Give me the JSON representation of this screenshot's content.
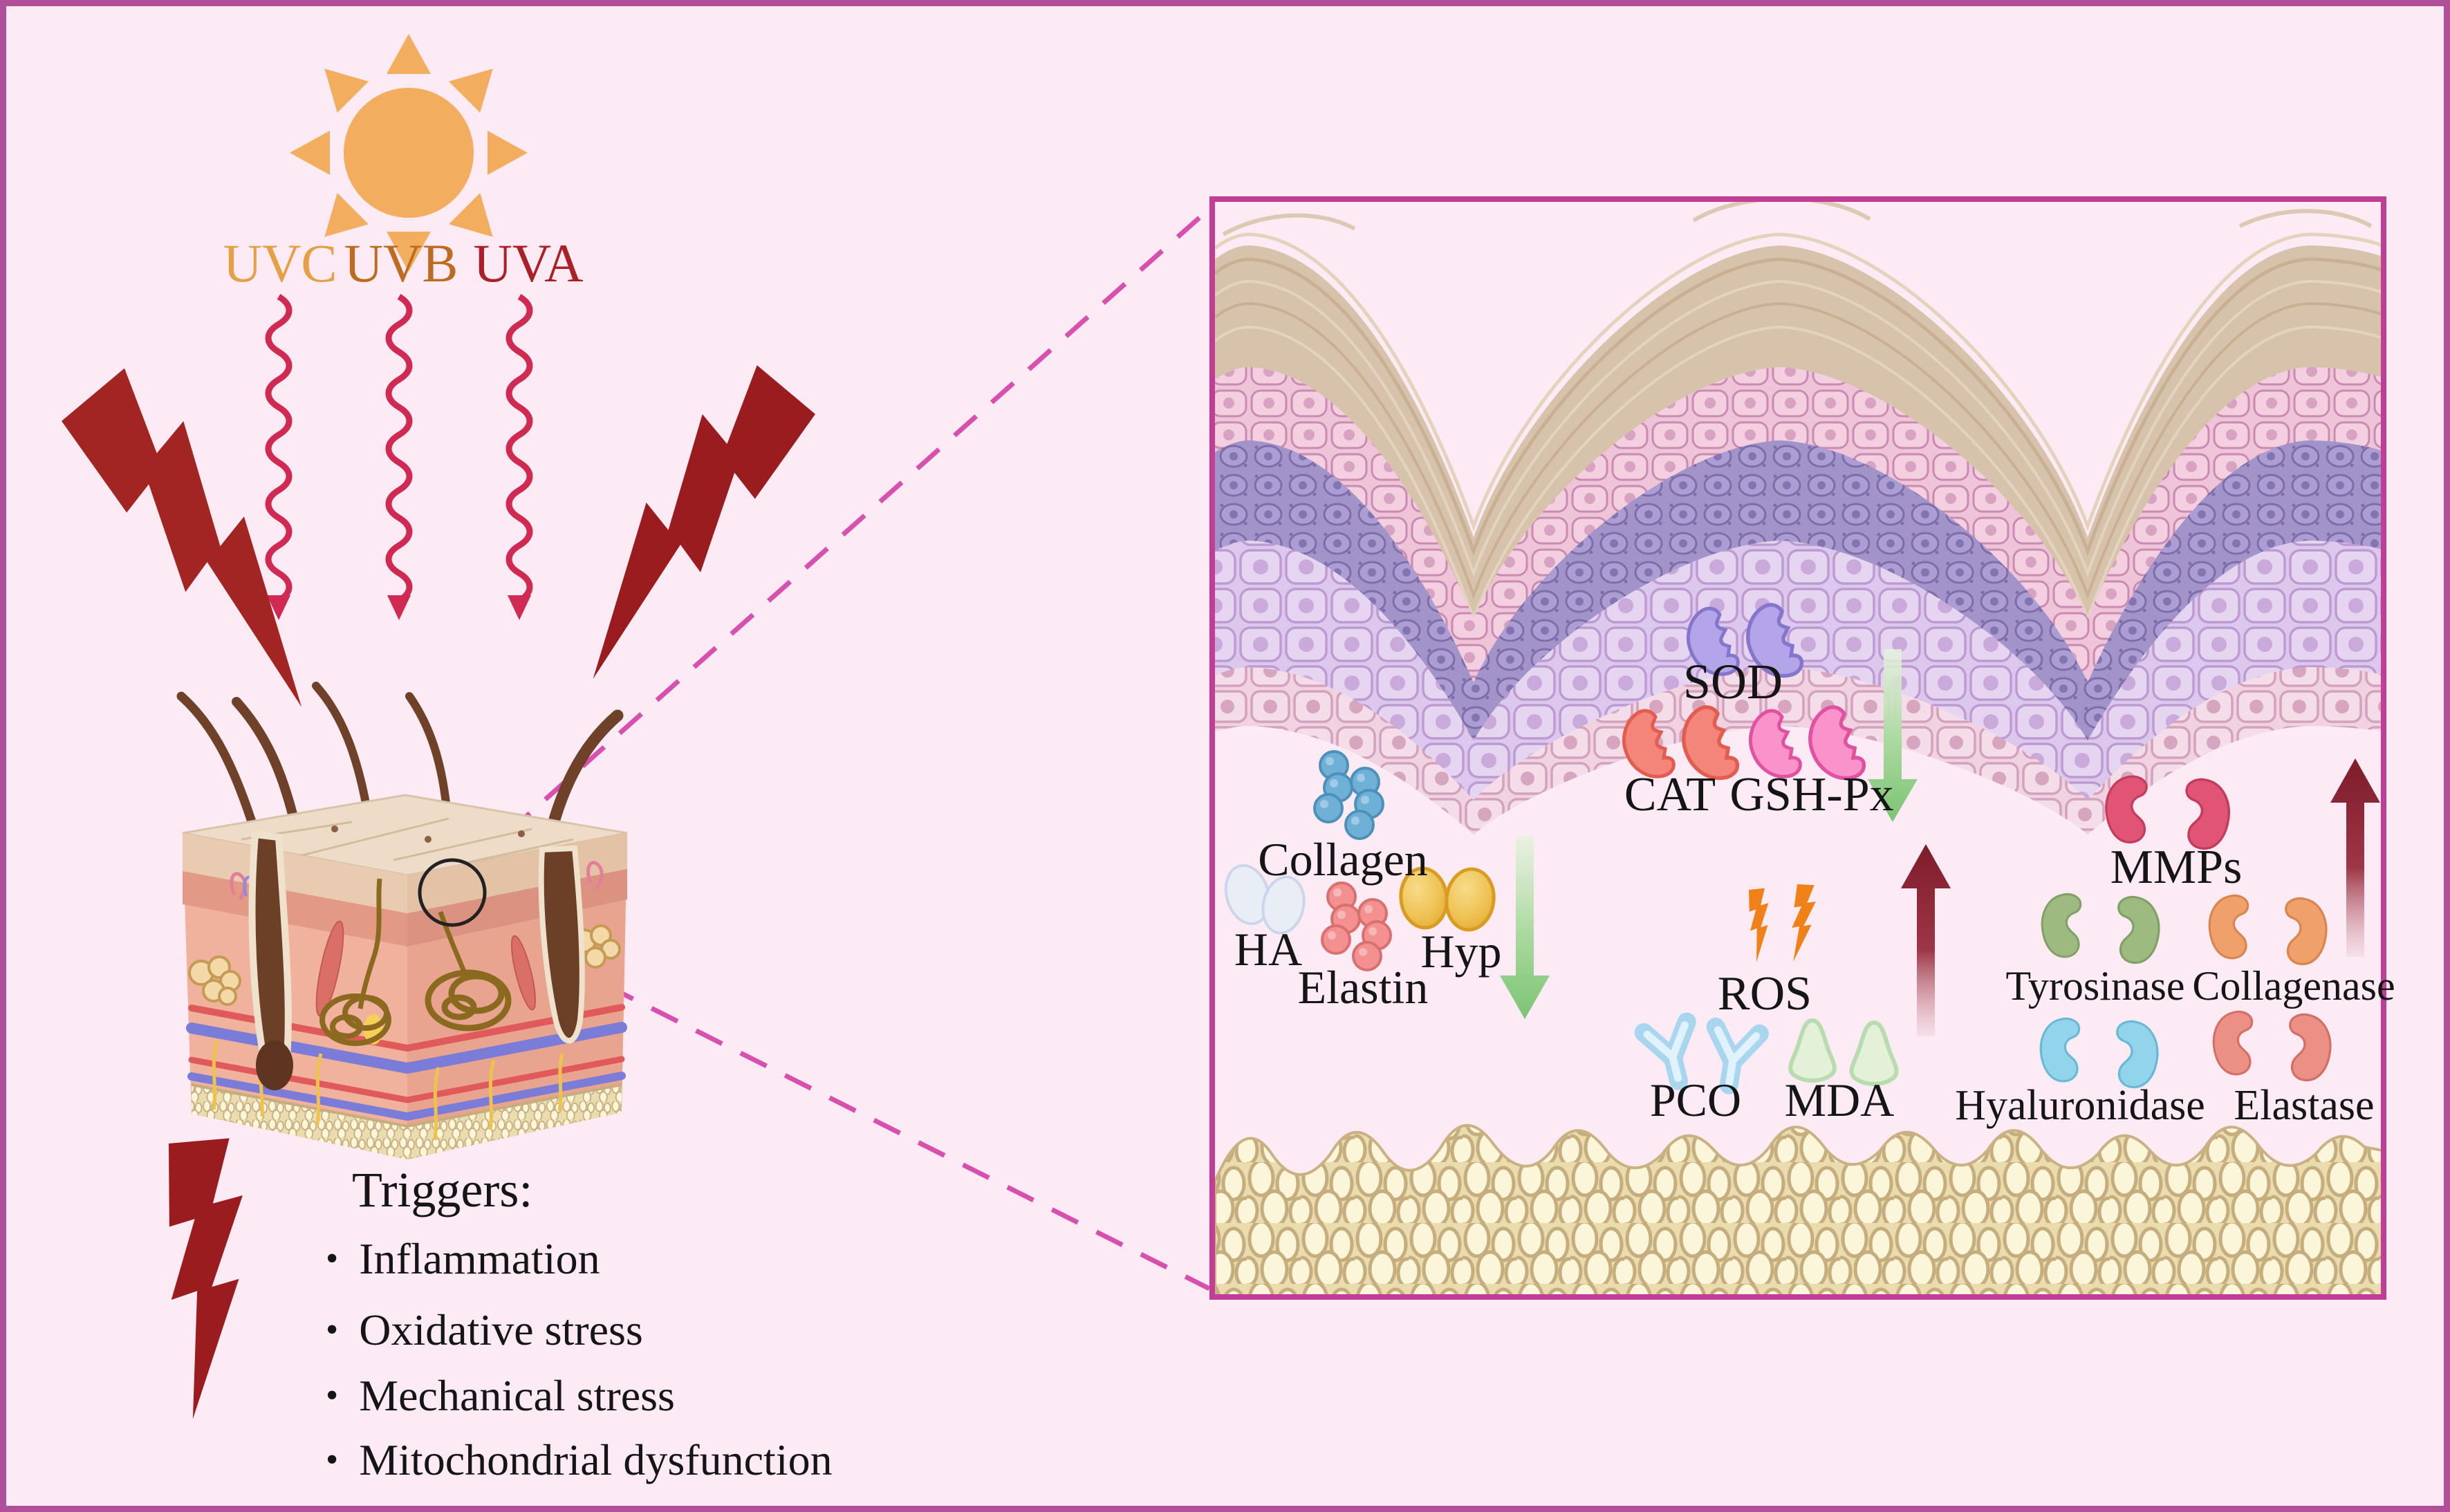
{
  "colors": {
    "background": "#fcebf4",
    "outer_border": "#b14f9b",
    "panel_border": "#c23d96",
    "sun": "#f2ae5e",
    "uv_ray": "#d02a52",
    "lightning_bolt": "#a32522",
    "green_arrow": "#7cc474",
    "red_arrow": "#7e1c2a",
    "dashed_connector": "#d750ad"
  },
  "sun_uv": {
    "sun_icon": "sun",
    "ray_icon": "wavy-arrow-down",
    "uv_labels": [
      {
        "text": "UVC",
        "color": "#e69f45"
      },
      {
        "text": "UVB",
        "color": "#bd6c1f"
      },
      {
        "text": "UVA",
        "color": "#ab1f27"
      }
    ]
  },
  "triggers": {
    "title": "Triggers:",
    "bullet": "•",
    "items": [
      "Inflammation",
      "Oxidative stress",
      "Mechanical stress",
      "Mitochondrial dysfunction"
    ]
  },
  "skin_block": {
    "annotation_circle_icon": "magnified-region-circle",
    "lightning_icon": "lightning-bolt"
  },
  "panel": {
    "antioxidants": {
      "sod": "SOD",
      "cat": "CAT",
      "gsh_px": "GSH-Px",
      "arrow_icon": "green-down-arrow"
    },
    "matrix": {
      "collagen": "Collagen",
      "ha": "HA",
      "elastin": "Elastin",
      "hyp": "Hyp",
      "arrow_icon": "green-down-arrow"
    },
    "oxidative_products": {
      "ros": "ROS",
      "pco": "PCO",
      "mda": "MDA",
      "arrow_icon": "dark-red-up-arrow"
    },
    "degrading_enzymes": {
      "mmps": "MMPs",
      "tyrosinase": "Tyrosinase",
      "collagenase": "Collagenase",
      "hyaluronidase": "Hyaluronidase",
      "elastase": "Elastase",
      "arrow_icon": "dark-red-up-arrow"
    }
  }
}
